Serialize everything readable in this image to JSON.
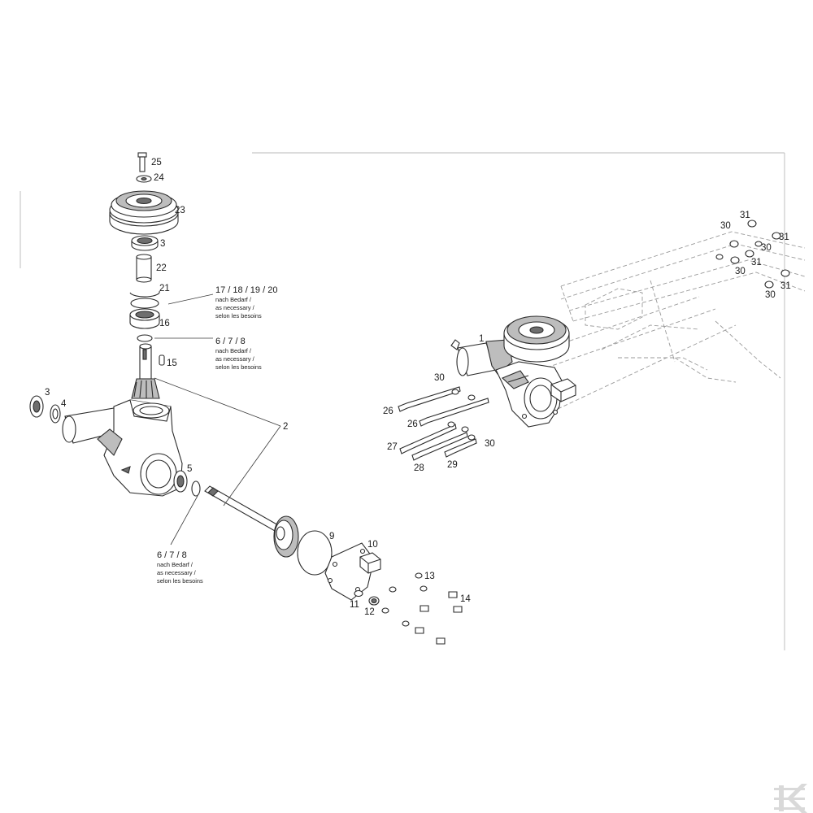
{
  "callouts": {
    "c1": "1",
    "c2": "2",
    "c3a": "3",
    "c3b": "3",
    "c4": "4",
    "c5": "5",
    "c9": "9",
    "c10": "10",
    "c11": "11",
    "c12": "12",
    "c13": "13",
    "c14": "14",
    "c15": "15",
    "c16": "16",
    "c21": "21",
    "c22": "22",
    "c23": "23",
    "c24": "24",
    "c25": "25",
    "c26a": "26",
    "c26b": "26",
    "c27": "27",
    "c28": "28",
    "c29": "29",
    "c30a": "30",
    "c30b": "30",
    "c30c": "30",
    "c30d": "30",
    "c30e": "30",
    "c30f": "30",
    "c31a": "31",
    "c31b": "31",
    "c31c": "31",
    "c31d": "31"
  },
  "notes": {
    "upper": {
      "head": "17 / 18 / 19 / 20",
      "l1": "nach Bedarf /",
      "l2": "as necessary /",
      "l3": "selon les besoins"
    },
    "middle": {
      "head": "6 / 7 / 8",
      "l1": "nach Bedarf /",
      "l2": "as necessary /",
      "l3": "selon les besoins"
    },
    "lower": {
      "head": "6 / 7 / 8",
      "l1": "nach Bedarf /",
      "l2": "as necessary /",
      "l3": "selon les besoins"
    }
  },
  "logo": {
    "icon": "kramp-k-logo",
    "color": "#d9d9d9"
  }
}
